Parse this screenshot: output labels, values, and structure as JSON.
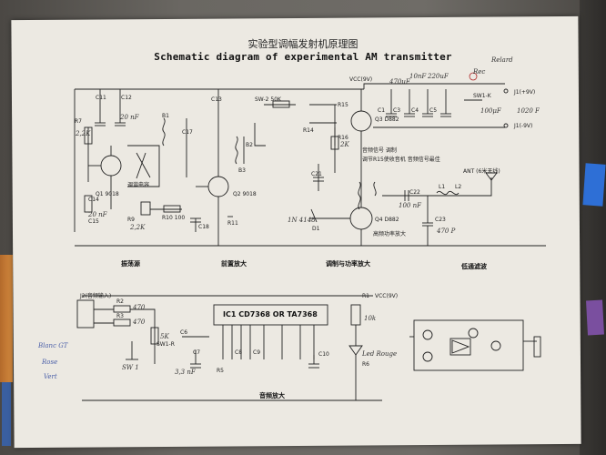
{
  "titles": {
    "chinese": "实验型调幅发射机原理图",
    "english": "Schematic diagram of experimental AM transmitter"
  },
  "sections": {
    "oscillator": "振荡源",
    "preamp": "前置放大",
    "modulation": "调制与功率放大",
    "lowpass": "低通滤波",
    "audio_amp": "音频放大"
  },
  "labels": {
    "vcc_top": "VCC(9V)",
    "vcc_bottom": "VCC(9V)",
    "pos_terminal": "J1(+9V)",
    "neg_terminal": "J1(-9V)",
    "ic": "IC1 CD7368  OR  TA7368",
    "q1": "Q1 9018",
    "q2": "Q2 9018",
    "q3": "Q3 D882",
    "q4": "Q4 D882",
    "r7": "R7",
    "r9": "R9",
    "r10": "R10 100",
    "r11": "R11",
    "r14": "R14",
    "r15": "R15",
    "r16": "R16",
    "c11": "C11",
    "c12": "C12",
    "c13": "C13",
    "c14": "C14",
    "c15": "C15",
    "c17": "C17",
    "c18": "C18",
    "c21": "C21",
    "c22": "C22",
    "c23": "C23",
    "c1": "C1",
    "c3": "C3",
    "c4": "C4",
    "c5": "C5",
    "c6": "C6",
    "c7": "C7",
    "c8": "C8",
    "c9": "C9",
    "c10": "C10",
    "b1": "B1",
    "b2": "B2",
    "b3": "B3",
    "d1": "D1",
    "l1": "L1",
    "l2": "L2",
    "sw2": "SW-2 50K",
    "sw1k": "SW1-K",
    "sw1r": "SW1-R",
    "r1": "R1",
    "r2": "R2",
    "r3": "R3",
    "r5": "R5",
    "r6": "R6",
    "ant": "ANT (6米天线)",
    "j2": "J2(音频输入)",
    "audio_signal": "音频信号 调制",
    "mod_note": "调节R15使收音机 音频信号最佳",
    "osc_note": "调谐电容",
    "amp_note": "高频功率放大"
  },
  "handwritten": {
    "cap_22": "2,2K",
    "r9_val": "2,2K",
    "c15_val": "20 nF",
    "c12_val": "20 nF",
    "r16_val": "2K",
    "d1_val": "1N 4148",
    "c22_val": "100 nF",
    "c23_val": "470 P",
    "c_top1": "10nF",
    "c_top2": "220uF",
    "c_top3": "470uF",
    "rec": "Rec",
    "rec2": "Relard",
    "sw1k_val": "100μF",
    "right_cap": "1020 F",
    "r2_val": "470",
    "r3_val": "470",
    "sw1_label": "SW 1",
    "c_bottom": "3,3 nF",
    "r_led": "10k",
    "led": "Led Rouge",
    "blanc": "Blanc GT",
    "rose": "Rose",
    "vert": "Vert",
    "r4_val": "5K"
  }
}
